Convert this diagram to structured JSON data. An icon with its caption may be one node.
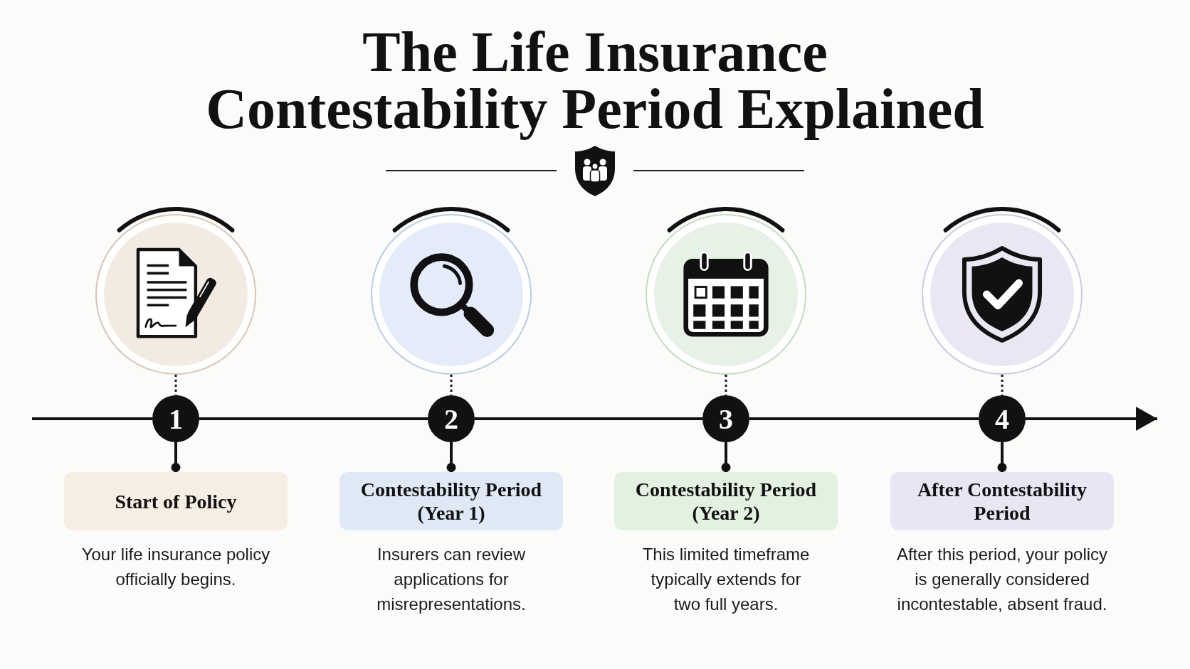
{
  "diagram": {
    "title": "The Life Insurance Contestability Period Explained",
    "nodes": [
      {
        "text": [],
        "shape": "circle"
      },
      {
        "text": [
          "1"
        ]
      },
      {
        "text": [
          "Start of Policy"
        ],
        "beside": [
          "Your life insurance policy officially begins."
        ]
      },
      {
        "text": [],
        "shape": "circle"
      },
      {
        "text": [
          "2"
        ]
      },
      {
        "text": [
          "Contestability Period (Year 1)"
        ],
        "beside": [
          "Insurers can review applications for misrepresentations."
        ]
      },
      {
        "text": [],
        "shape": "circle"
      },
      {
        "text": [
          "3"
        ]
      },
      {
        "text": [
          "Contestability Period (Year 2)"
        ],
        "beside": [
          "This limited timeframe typically extends for two full years."
        ]
      },
      {
        "text": [],
        "shape": "circle"
      },
      {
        "text": [
          "4"
        ]
      },
      {
        "text": [
          "After Contestability Period"
        ],
        "beside": [
          "After this period, your policy is generally considered incontestable, absent fraud."
        ]
      }
    ],
    "edges": [
      {
        "from": null,
        "to": 1,
        "arrow": "none"
      },
      {
        "from": 0,
        "to": 1,
        "arrow": "none",
        "style": "dashed"
      },
      {
        "from": 1,
        "to": 2,
        "arrow": "other"
      },
      {
        "from": 1,
        "to": 4,
        "arrow": "none"
      },
      {
        "from": 3,
        "to": 4,
        "arrow": "none",
        "style": "dashed"
      },
      {
        "from": 4,
        "to": 5,
        "arrow": "other"
      },
      {
        "from": 4,
        "to": 7,
        "arrow": "none"
      },
      {
        "from": 6,
        "to": 7,
        "arrow": "none",
        "style": "dashed"
      },
      {
        "from": 7,
        "to": 8,
        "arrow": "other"
      },
      {
        "from": 7,
        "to": 10,
        "arrow": "none"
      },
      {
        "from": 9,
        "to": 10,
        "arrow": "none",
        "style": "dashed"
      },
      {
        "from": 10,
        "to": 11,
        "arrow": "other"
      },
      {
        "from": 10,
        "to": null,
        "arrow": "to"
      }
    ]
  }
}
